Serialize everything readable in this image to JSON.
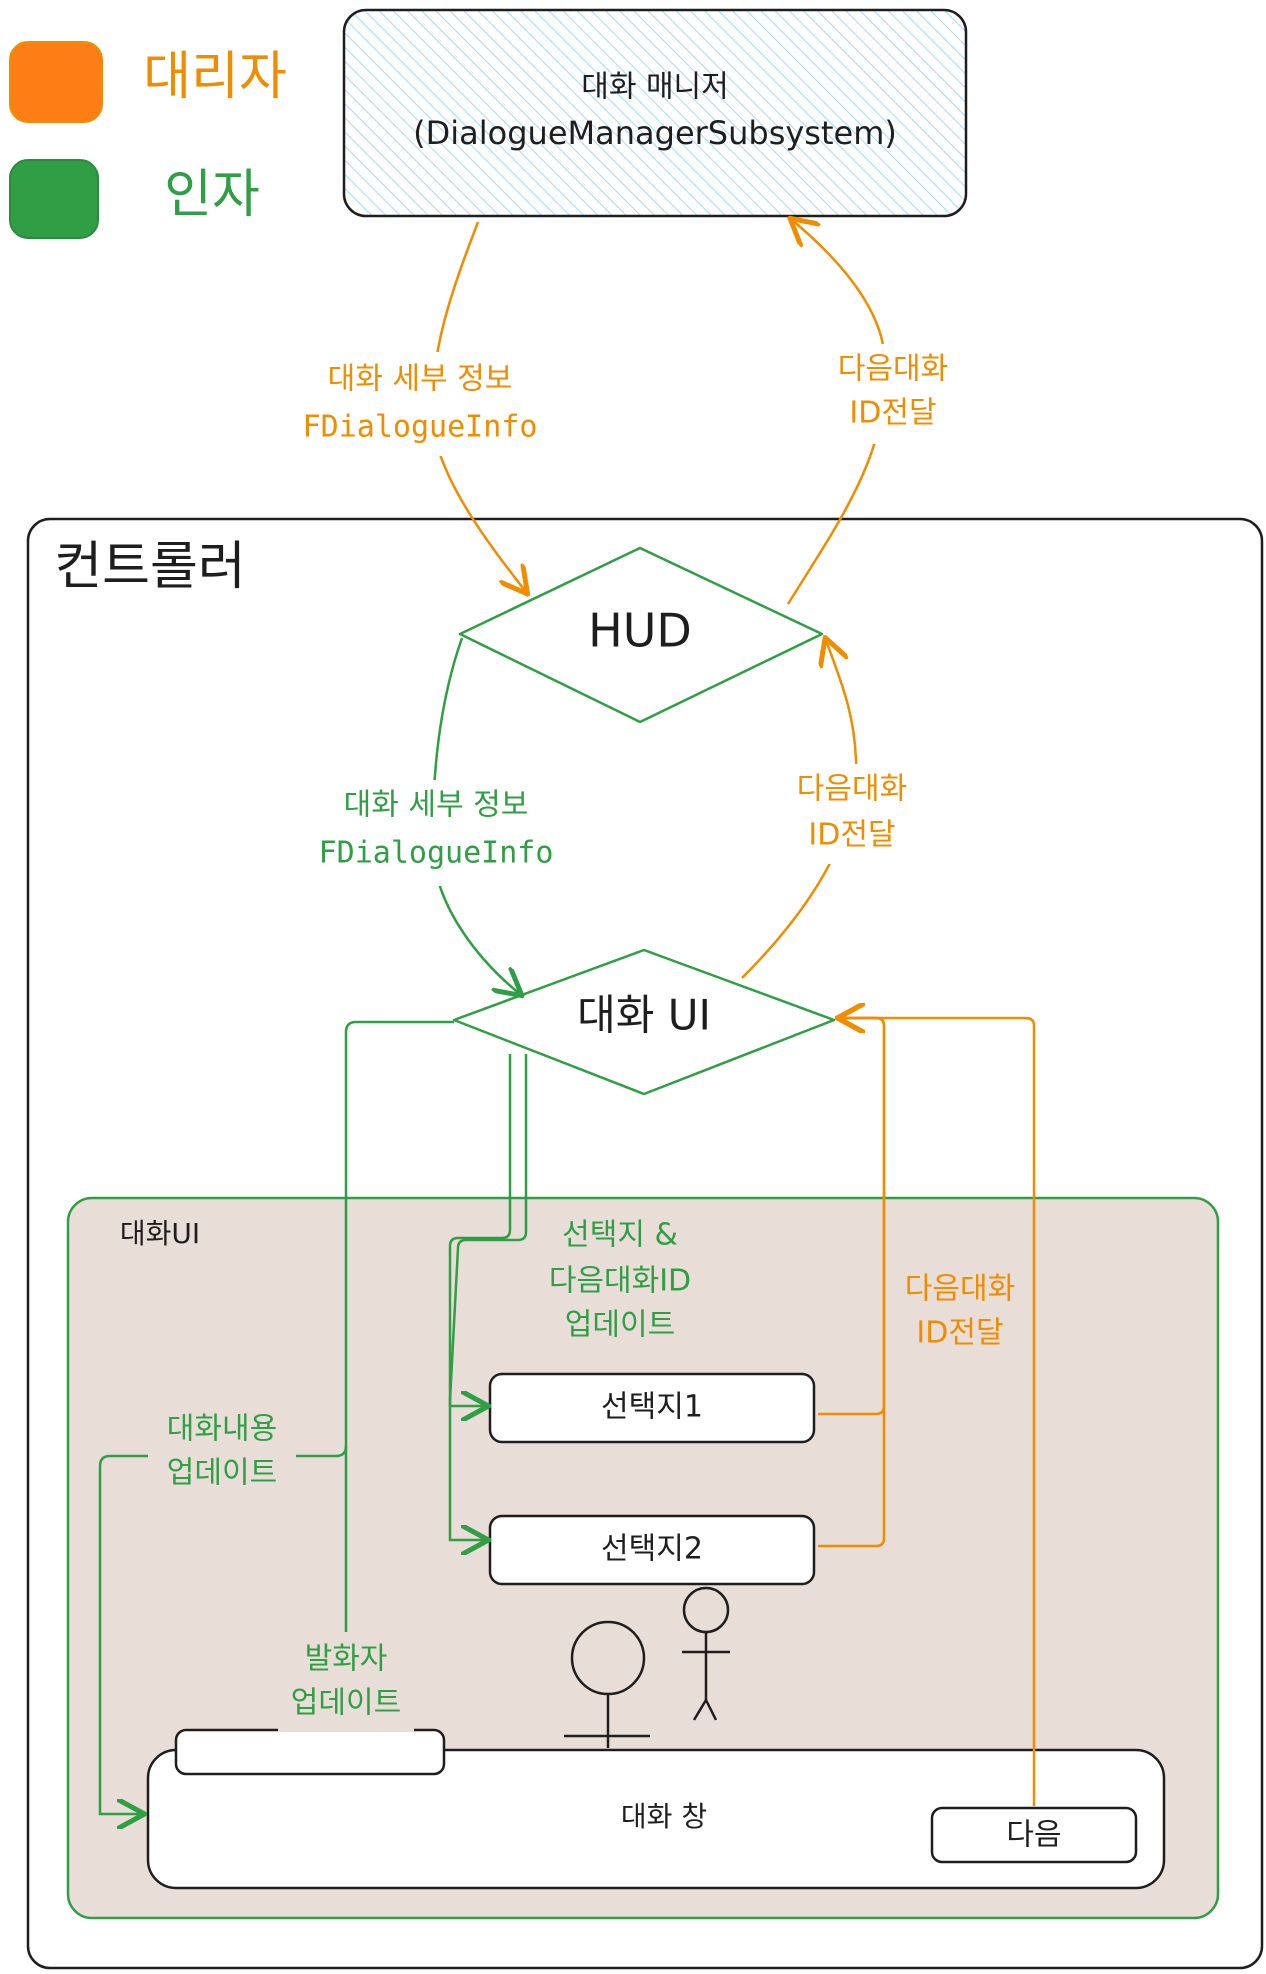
{
  "colors": {
    "orange": "#f08c00",
    "green": "#2f9e44",
    "ink": "#1e1e1e",
    "hatch": "#a5d8ff",
    "panel_fill": "#e9ddd8"
  },
  "legend": {
    "orange_label": "대리자",
    "green_label": "인자"
  },
  "manager": {
    "line1": "대화 매니저",
    "line2": "(DialogueManagerSubsystem)"
  },
  "controller_label": "컨트롤러",
  "hud_label": "HUD",
  "dialogue_ui_label": "대화 UI",
  "panel_label": "대화UI",
  "edges": {
    "mgr_to_hud": {
      "line1": "대화 세부 정보",
      "line2": "FDialogueInfo"
    },
    "hud_to_mgr": {
      "line1": "다음대화",
      "line2": "ID전달"
    },
    "hud_to_ui": {
      "line1": "대화 세부 정보",
      "line2": "FDialogueInfo"
    },
    "ui_to_hud": {
      "line1": "다음대화",
      "line2": "ID전달"
    },
    "choices_update": {
      "line1": "선택지 &",
      "line2": "다음대화ID",
      "line3": "업데이트"
    },
    "choice_to_ui": {
      "line1": "다음대화",
      "line2": "ID전달"
    },
    "content_update": {
      "line1": "대화내용",
      "line2": "업데이트"
    },
    "speaker_update": {
      "line1": "발화자",
      "line2": "업데이트"
    }
  },
  "choices": [
    "선택지1",
    "선택지2"
  ],
  "window_label": "대화 창",
  "next_button": "다음"
}
